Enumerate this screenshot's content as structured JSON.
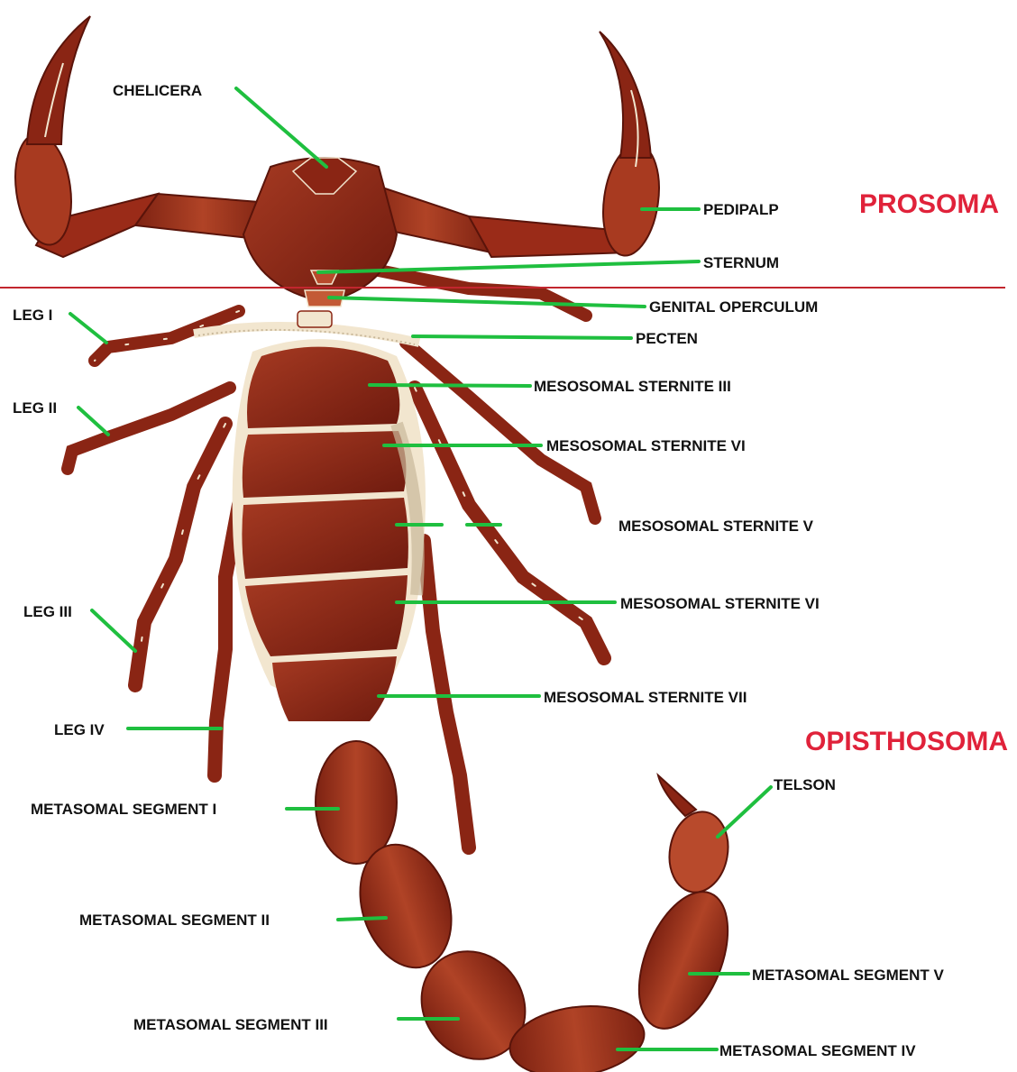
{
  "colors": {
    "leader": "#1fbf3f",
    "region_label": "#e0223a",
    "divider": "#c2262e",
    "body_dark": "#6e1a0e",
    "body_mid": "#9a2b18",
    "body_light": "#b84a2c",
    "membrane": "#f2e6cf"
  },
  "regions": {
    "prosoma": "PROSOMA",
    "opisthosoma": "OPISTHOSOMA"
  },
  "labels": {
    "chelicera": "CHELICERA",
    "pedipalp": "PEDIPALP",
    "sternum": "STERNUM",
    "genital_operculum": "GENITAL OPERCULUM",
    "pecten": "PECTEN",
    "mesosomal_sternite_iii": "MESOSOMAL STERNITE III",
    "mesosomal_sternite_vi_upper": "MESOSOMAL STERNITE VI",
    "mesosomal_sternite_v": "MESOSOMAL STERNITE V",
    "mesosomal_sternite_vi_lower": "MESOSOMAL STERNITE VI",
    "mesosomal_sternite_vii": "MESOSOMAL STERNITE VII",
    "leg_i": "LEG I",
    "leg_ii": "LEG II",
    "leg_iii": "LEG III",
    "leg_iv": "LEG IV",
    "metasomal_segment_i": "METASOMAL SEGMENT I",
    "metasomal_segment_ii": "METASOMAL SEGMENT II",
    "metasomal_segment_iii": "METASOMAL SEGMENT III",
    "metasomal_segment_iv": "METASOMAL SEGMENT IV",
    "metasomal_segment_v": "METASOMAL SEGMENT V",
    "telson": "TELSON"
  }
}
